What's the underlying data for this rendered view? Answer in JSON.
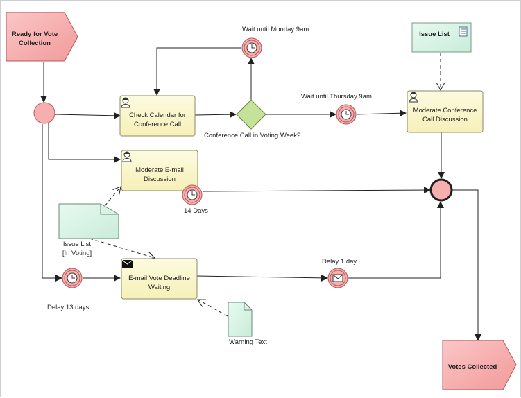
{
  "events": {
    "start": "Ready for Vote\nCollection",
    "end": "Votes Collected"
  },
  "tasks": {
    "check_calendar": "Check Calendar for\nConference Call",
    "moderate_email": "Moderate E-mail\nDiscussion",
    "email_vote": "E-mail Vote Deadline\nWaiting",
    "moderate_conf": "Moderate Conference\nCall Discussion"
  },
  "data_objects": {
    "issue_list_top": "Issue List",
    "issue_list_voting": "Issue List\n[In Voting]",
    "warning_text": "Warning Text"
  },
  "gateway_label": "Conference Call in Voting Week?",
  "timers": {
    "wait_monday": "Wait until Monday 9am",
    "wait_thursday": "Wait until Thursday 9am",
    "fourteen_days": "14 Days",
    "delay_13": "Delay 13 days",
    "delay_1": "Delay 1 day"
  },
  "colors": {
    "event_fill": "#f7aeae",
    "event_stroke": "#b05a5a",
    "task_fill": "#fbf7c8",
    "task_stroke": "#8a8a6a",
    "gateway_fill": "#c6e29a",
    "data_fill": "#d8f3e6",
    "line": "#202020"
  }
}
